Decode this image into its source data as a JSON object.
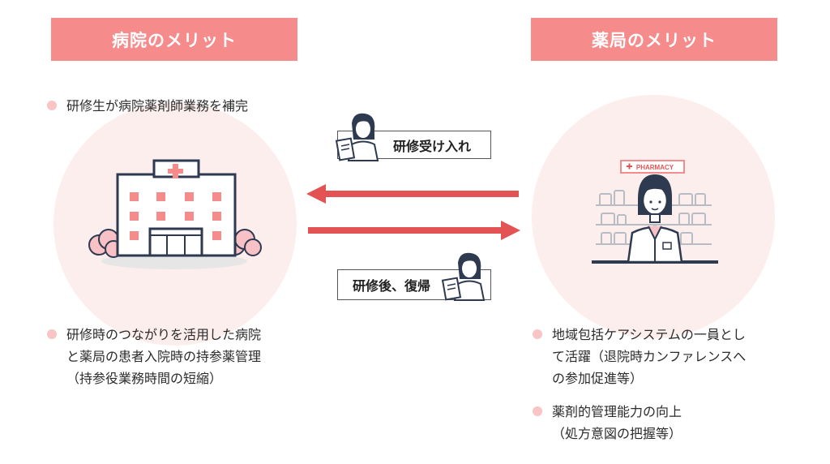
{
  "headers": {
    "left": "病院のメリット",
    "right": "薬局のメリット"
  },
  "left_bullets": [
    {
      "lines": [
        "研修生が病院薬剤師業務を補完"
      ]
    },
    {
      "lines": [
        "研修時のつながりを活用した病院",
        "と薬局の患者入院時の持参薬管理",
        "（持参役業務時間の短縮）"
      ]
    }
  ],
  "right_bullets": [
    {
      "lines": [
        "地域包括ケアシステムの一員とし",
        "て活躍（退院時カンファレンスへ",
        "の参加促進等）"
      ]
    },
    {
      "lines": [
        "薬剤的管理能力の向上",
        "（処方意図の把握等）"
      ]
    }
  ],
  "flow": {
    "top_label": "研修受け入れ",
    "bottom_label": "研修後、復帰"
  },
  "pharmacy_sign": "PHARMACY",
  "colors": {
    "accent": "#f58b8b",
    "arrow": "#e35353",
    "circle_bg": "#fdeeee",
    "bullet_dot": "#f9c4c4",
    "line": "#2e3a4f"
  },
  "icons": [
    "hospital-icon",
    "pharmacist-icon",
    "trainee-icon",
    "arrow-left-icon",
    "arrow-right-icon"
  ]
}
